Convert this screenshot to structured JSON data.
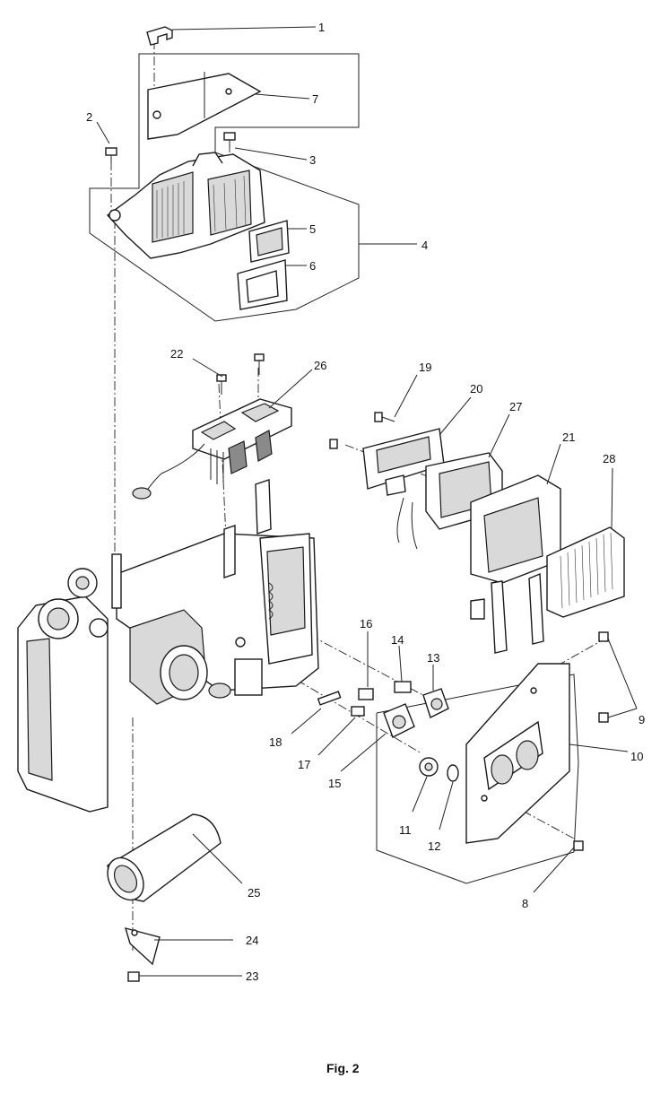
{
  "figure": {
    "caption": "Fig. 2",
    "callouts": [
      "1",
      "2",
      "3",
      "4",
      "5",
      "6",
      "7",
      "8",
      "9",
      "10",
      "11",
      "12",
      "13",
      "14",
      "15",
      "16",
      "17",
      "18",
      "19",
      "20",
      "21",
      "22",
      "23",
      "24",
      "25",
      "26",
      "27",
      "28"
    ]
  }
}
